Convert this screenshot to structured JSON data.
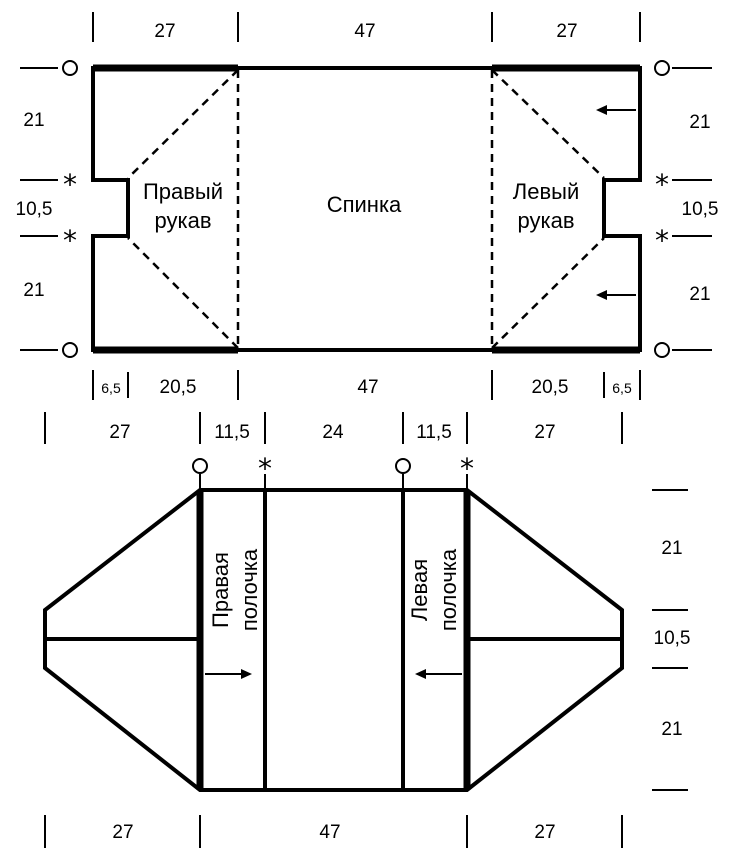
{
  "top": {
    "header": [
      "27",
      "47",
      "27"
    ],
    "left_heights": [
      "21",
      "10,5",
      "21"
    ],
    "right_heights": [
      "21",
      "10,5",
      "21"
    ],
    "pieces": {
      "right_sleeve": [
        "Правый",
        "рукав"
      ],
      "back": "Спинка",
      "left_sleeve": [
        "Левый",
        "рукав"
      ]
    },
    "bottom": {
      "left_small": "6,5",
      "left_wide": "20,5",
      "center": "47",
      "right_wide": "20,5",
      "right_small": "6,5"
    }
  },
  "bottom": {
    "header": [
      "27",
      "11,5",
      "24",
      "11,5",
      "27"
    ],
    "right_heights": [
      "21",
      "10,5",
      "21"
    ],
    "pieces": {
      "right_front": [
        "Правая",
        "полочка"
      ],
      "left_front": [
        "Левая",
        "полочка"
      ]
    },
    "footer": [
      "27",
      "47",
      "27"
    ]
  },
  "markers": {
    "star": "*"
  },
  "colors": {
    "ink": "#000000",
    "paper": "#ffffff"
  }
}
